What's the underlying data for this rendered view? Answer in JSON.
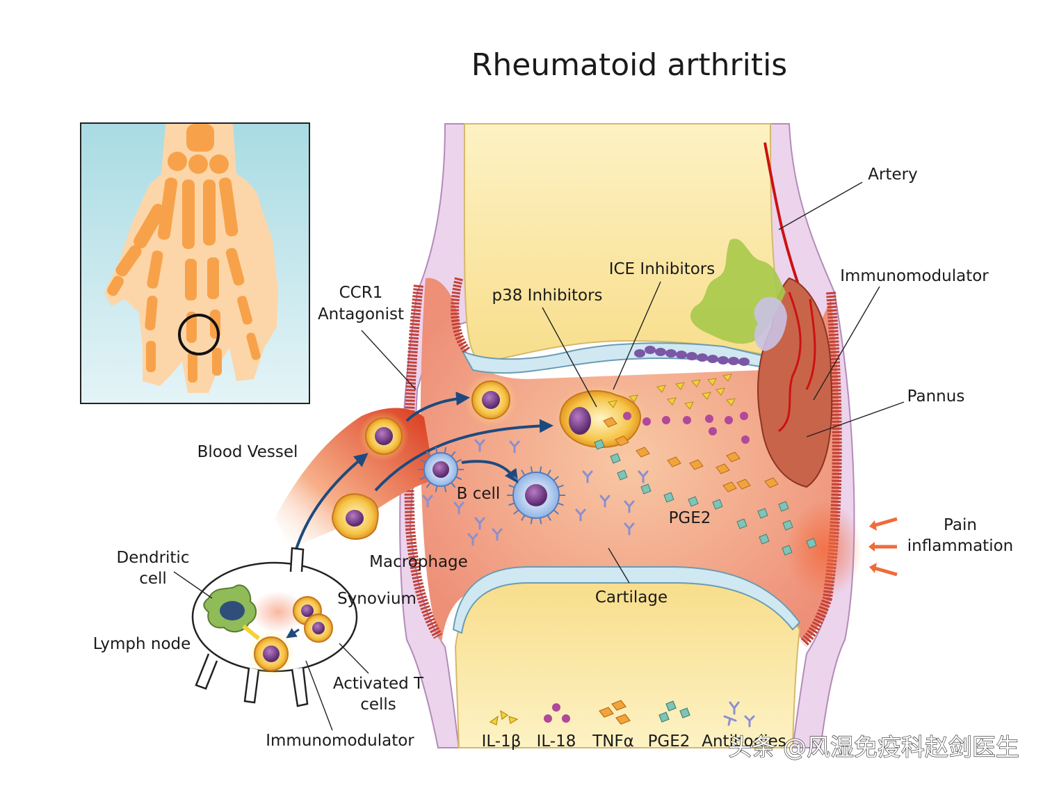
{
  "title": "Rheumatoid arthritis",
  "labels": {
    "artery": "Artery",
    "immunomodulator_right": "Immunomodulator",
    "pannus": "Pannus",
    "pain_line1": "Pain",
    "pain_line2": "inflammation",
    "ice_inhibitors": "ICE Inhibitors",
    "p38_inhibitors": "p38 Inhibitors",
    "ccr1_line1": "CCR1",
    "ccr1_line2": "Antagonist",
    "blood_vessel": "Blood Vessel",
    "b_cell": "B cell",
    "pge2": "PGE2",
    "macrophage": "Macrophage",
    "cartilage": "Cartilage",
    "synovium": "Synovium",
    "dendritic_line1": "Dendritic",
    "dendritic_line2": "cell",
    "lymph_node": "Lymph node",
    "activated_line1": "Activated T",
    "activated_line2": "cells",
    "immunomodulator_bottom": "Immunomodulator"
  },
  "legend": [
    {
      "label": "IL-1β",
      "icon": "il1b-triangle-icon",
      "color": "#f3d23a"
    },
    {
      "label": "IL-18",
      "icon": "il18-sphere-icon",
      "color": "#b0499a"
    },
    {
      "label": "TNFα",
      "icon": "tnfa-diamond-icon",
      "color": "#f2a43c"
    },
    {
      "label": "PGE2",
      "icon": "pge2-square-icon",
      "color": "#7fc4b6"
    },
    {
      "label": "Antibodies",
      "icon": "antibody-icon",
      "color": "#8a8fd0"
    }
  ],
  "watermark": "头条 @风湿免疫科赵剑医生",
  "colors": {
    "bone": "#fbe9a8",
    "synovial_fluid": "#f4a486",
    "cartilage": "#cfe8f2",
    "synovium": "#c2413a",
    "capsule": "#ecd4ec",
    "arrow": "#1d4a7e",
    "artery": "#cc1111",
    "pannus": "#c8644a"
  }
}
